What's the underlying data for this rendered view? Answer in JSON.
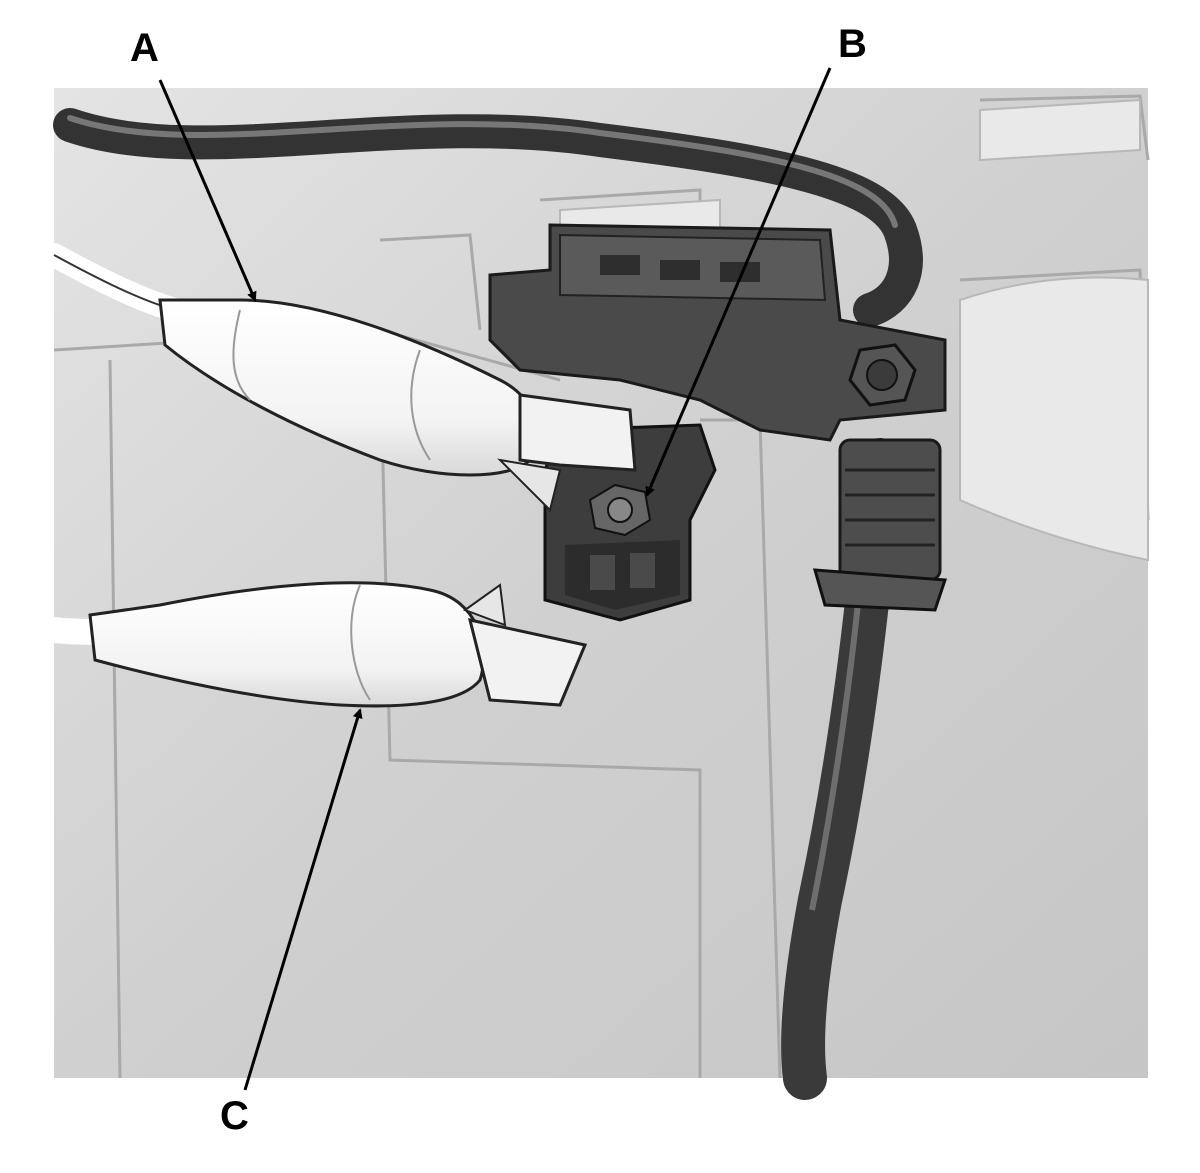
{
  "callouts": {
    "a": "A",
    "b": "B",
    "c": "C"
  },
  "colors": {
    "background_panel": "#d4d4d4",
    "dark_part": "#4a4a4a",
    "clip_white": "#ffffff",
    "line": "#000000"
  },
  "parts": {
    "lead_a": "test-lead-clip",
    "lead_c": "test-lead-clip",
    "terminal_b": "ground-terminal-bolt",
    "harness": "wire-harness"
  }
}
